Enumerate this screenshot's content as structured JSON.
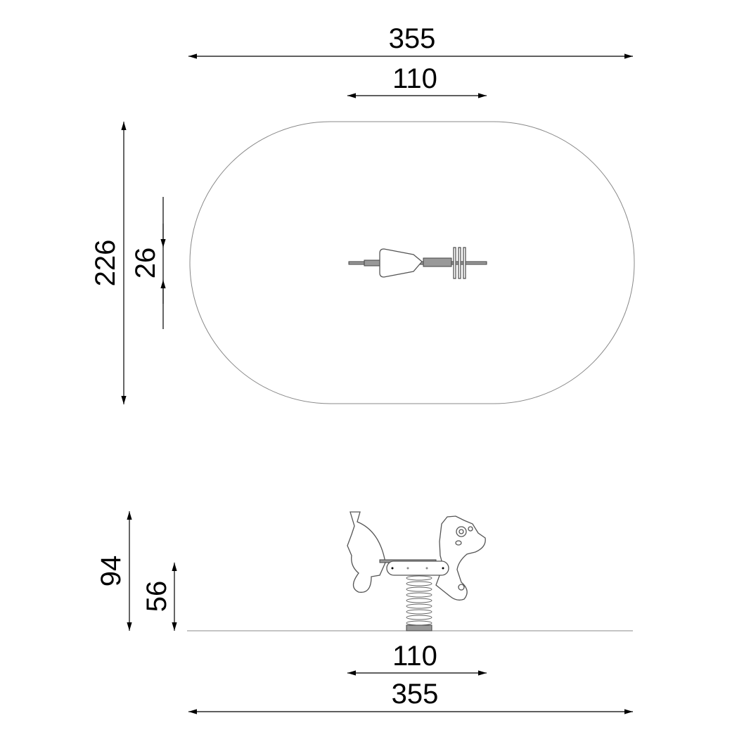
{
  "top_view": {
    "width_overall": "355",
    "width_item": "110",
    "depth_overall": "226",
    "depth_item": "26"
  },
  "side_view": {
    "height_overall": "94",
    "seat_height": "56",
    "width_item": "110",
    "width_overall": "355"
  }
}
